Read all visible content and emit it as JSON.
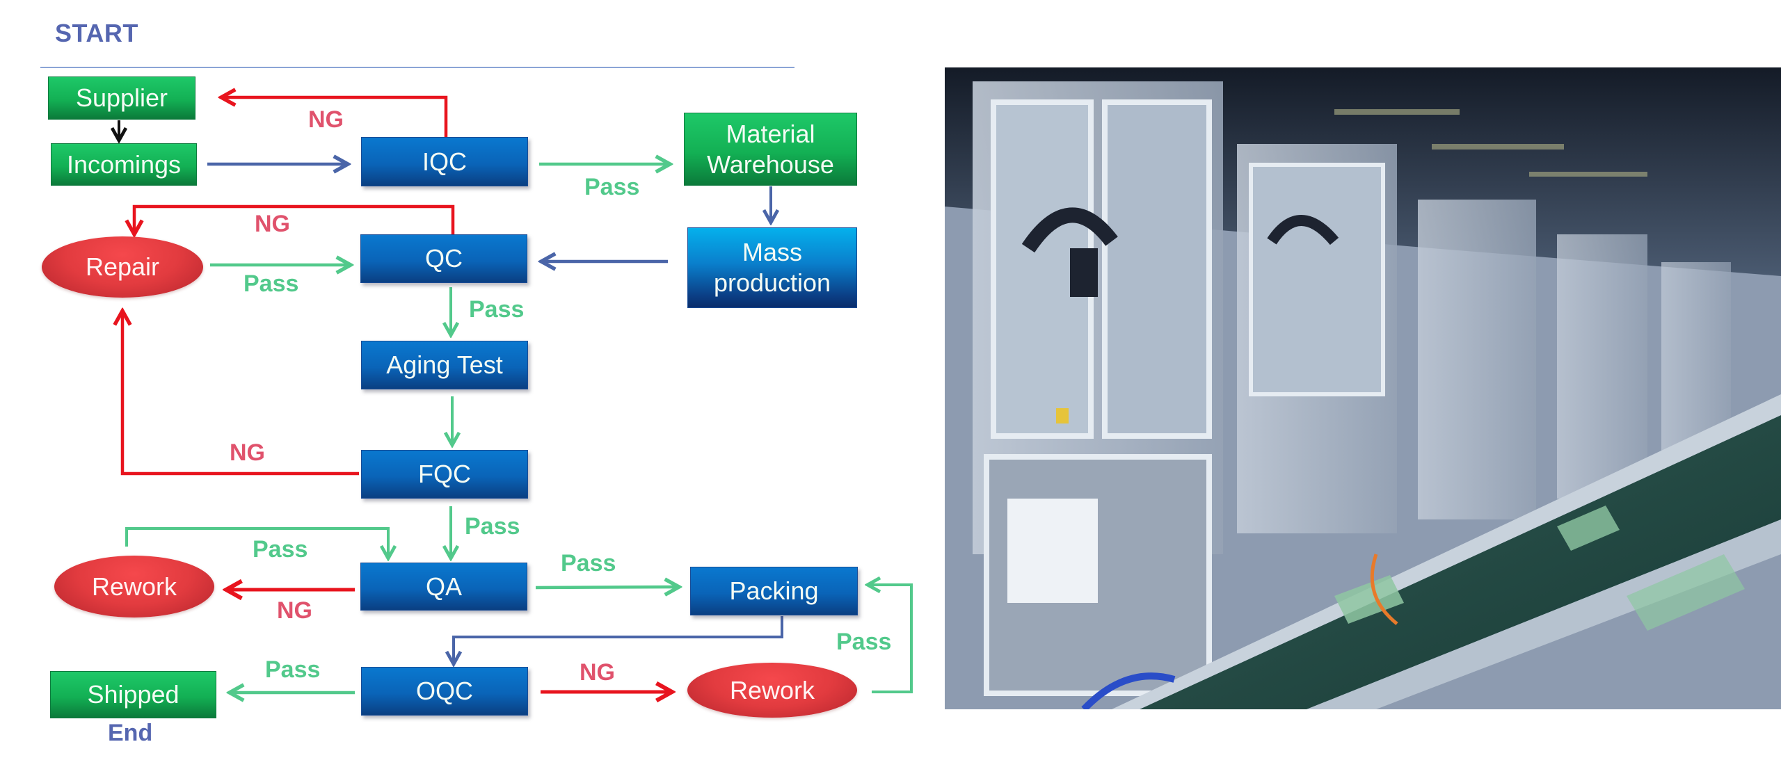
{
  "header": {
    "start_label": "START",
    "end_label": "End"
  },
  "nodes": {
    "supplier": "Supplier",
    "incomings": "Incomings",
    "iqc": "IQC",
    "material_warehouse": "Material Warehouse",
    "repair": "Repair",
    "qc": "QC",
    "mass_production": "Mass production",
    "aging_test": "Aging Test",
    "fqc": "FQC",
    "rework_qa": "Rework",
    "qa": "QA",
    "packing": "Packing",
    "shipped": "Shipped",
    "oqc": "OQC",
    "rework_oqc": "Rework"
  },
  "edge_labels": {
    "iqc_ng": "NG",
    "iqc_pass": "Pass",
    "qc_ng": "NG",
    "repair_pass": "Pass",
    "qc_pass": "Pass",
    "fqc_ng": "NG",
    "fqc_pass": "Pass",
    "rework_qa_pass": "Pass",
    "qa_ng": "NG",
    "qa_pass": "Pass",
    "oqc_pass": "Pass",
    "oqc_ng": "NG",
    "rework_oqc_pass": "Pass"
  },
  "colors": {
    "pass": "#52c98b",
    "ng": "#e8141e",
    "flow": "#4a65a8",
    "title": "#5566b0"
  },
  "photo": {
    "subject": "automated-production-line-photo"
  }
}
